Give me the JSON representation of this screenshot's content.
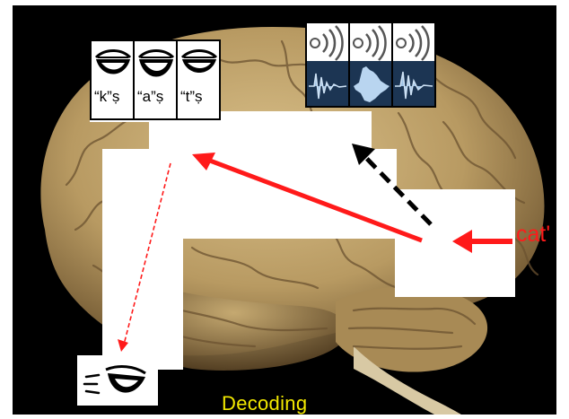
{
  "slide": {
    "caption": "Decoding",
    "word": "cat'",
    "phonemes": [
      "“k”ṣ",
      "“a”ṣ",
      "“t”ṣ"
    ]
  },
  "colors": {
    "background": "#000000",
    "brain": "#b89a62",
    "arrow_red": "#ff1a1a",
    "arrow_black": "#000000",
    "caption": "#f2e800",
    "audio_card": "#1c3553"
  },
  "icons": {
    "speaking_mouth": "mouth-icon",
    "sound_waves": "sound-wave-icon",
    "waveform": "waveform-icon",
    "output_mouth": "speaking-mouth-icon"
  }
}
